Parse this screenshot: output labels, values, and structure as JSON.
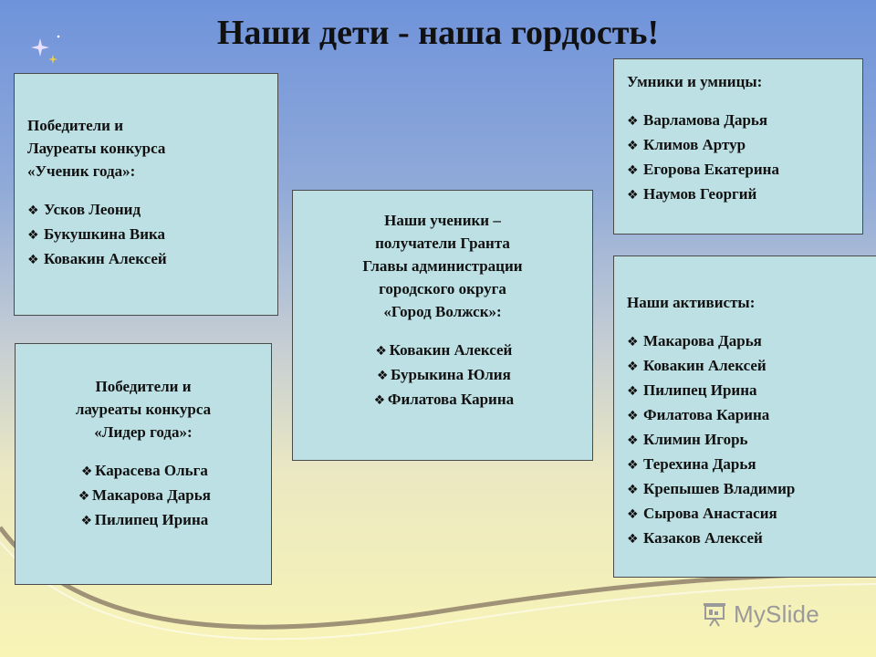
{
  "title": "Наши дети - наша гордость!",
  "bullet_glyph": "❖",
  "boxes": {
    "student_of_year": {
      "heading": "Победители и\nЛауреаты конкурса\n«Ученик года»:",
      "items": [
        "Усков Леонид",
        "Букушкина Вика",
        "Ковакин Алексей"
      ]
    },
    "leader_of_year": {
      "heading": "Победители и\nлауреаты  конкурса\n«Лидер года»:",
      "items": [
        "Карасева Ольга",
        "Макарова  Дарья",
        "Пилипец Ирина"
      ]
    },
    "grant": {
      "heading": "Наши ученики –\nполучатели Гранта\nГлавы администрации\nгородского округа\n«Город Волжск»:",
      "items": [
        "Ковакин Алексей",
        "Бурыкина Юлия",
        "Филатова Карина"
      ]
    },
    "clever": {
      "heading": "Умники и умницы:",
      "items": [
        "Варламова Дарья",
        "Климов Артур",
        "Егорова Екатерина",
        "Наумов Георгий"
      ]
    },
    "activists": {
      "heading": "Наши активисты:",
      "items": [
        "Макарова Дарья",
        "Ковакин Алексей",
        "Пилипец Ирина",
        "Филатова Карина",
        "Климин Игорь",
        "Терехина Дарья",
        "Крепышев Владимир",
        "Сырова Анастасия",
        "Казаков Алексей"
      ]
    }
  },
  "watermark": {
    "text": "MySlide",
    "icon": "presentation-board-icon"
  }
}
